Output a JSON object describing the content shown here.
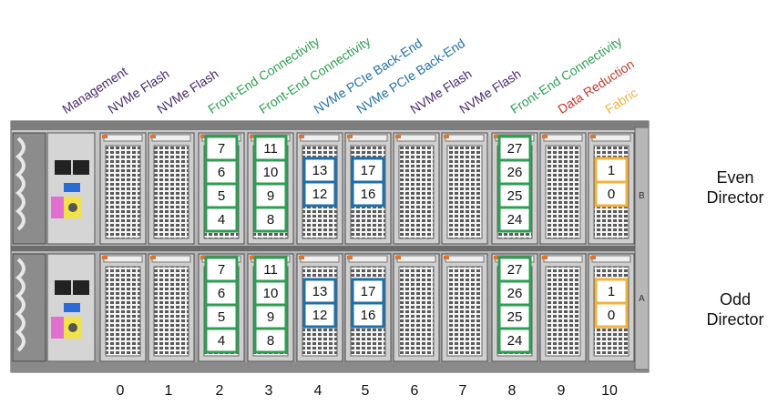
{
  "slot_labels": [
    {
      "text": "Management",
      "color": "#4b2a6b"
    },
    {
      "text": "NVMe Flash",
      "color": "#4b2a6b"
    },
    {
      "text": "NVMe Flash",
      "color": "#4b2a6b"
    },
    {
      "text": "Front-End Connectivity",
      "color": "#2e9e52"
    },
    {
      "text": "Front-End Connectivity",
      "color": "#2e9e52"
    },
    {
      "text": "NVMe PCIe Back-End",
      "color": "#1f6fa8"
    },
    {
      "text": "NVMe PCIe Back-End",
      "color": "#1f6fa8"
    },
    {
      "text": "NVMe Flash",
      "color": "#4b2a6b"
    },
    {
      "text": "NVMe Flash",
      "color": "#4b2a6b"
    },
    {
      "text": "Front-End Connectivity",
      "color": "#2e9e52"
    },
    {
      "text": "Data Reduction",
      "color": "#c0392b"
    },
    {
      "text": "Fabric",
      "color": "#f2b33d"
    }
  ],
  "slot_numbers": [
    "0",
    "1",
    "2",
    "3",
    "4",
    "5",
    "6",
    "7",
    "8",
    "9",
    "10"
  ],
  "even_director": {
    "line1": "Even",
    "line2": "Director",
    "letter": "B"
  },
  "odd_director": {
    "line1": "Odd",
    "line2": "Director",
    "letter": "A"
  },
  "port_groups": [
    {
      "slot": "2",
      "ports": [
        "7",
        "6",
        "5",
        "4"
      ],
      "color": "#2e9e52"
    },
    {
      "slot": "3",
      "ports": [
        "11",
        "10",
        "9",
        "8"
      ],
      "color": "#2e9e52"
    },
    {
      "slot": "4",
      "ports": [
        "13",
        "12"
      ],
      "color": "#1f6fa8"
    },
    {
      "slot": "5",
      "ports": [
        "17",
        "16"
      ],
      "color": "#1f6fa8"
    },
    {
      "slot": "8",
      "ports": [
        "27",
        "26",
        "25",
        "24"
      ],
      "color": "#2e9e52"
    },
    {
      "slot": "10",
      "ports": [
        "1",
        "0"
      ],
      "color": "#f2b33d"
    }
  ]
}
